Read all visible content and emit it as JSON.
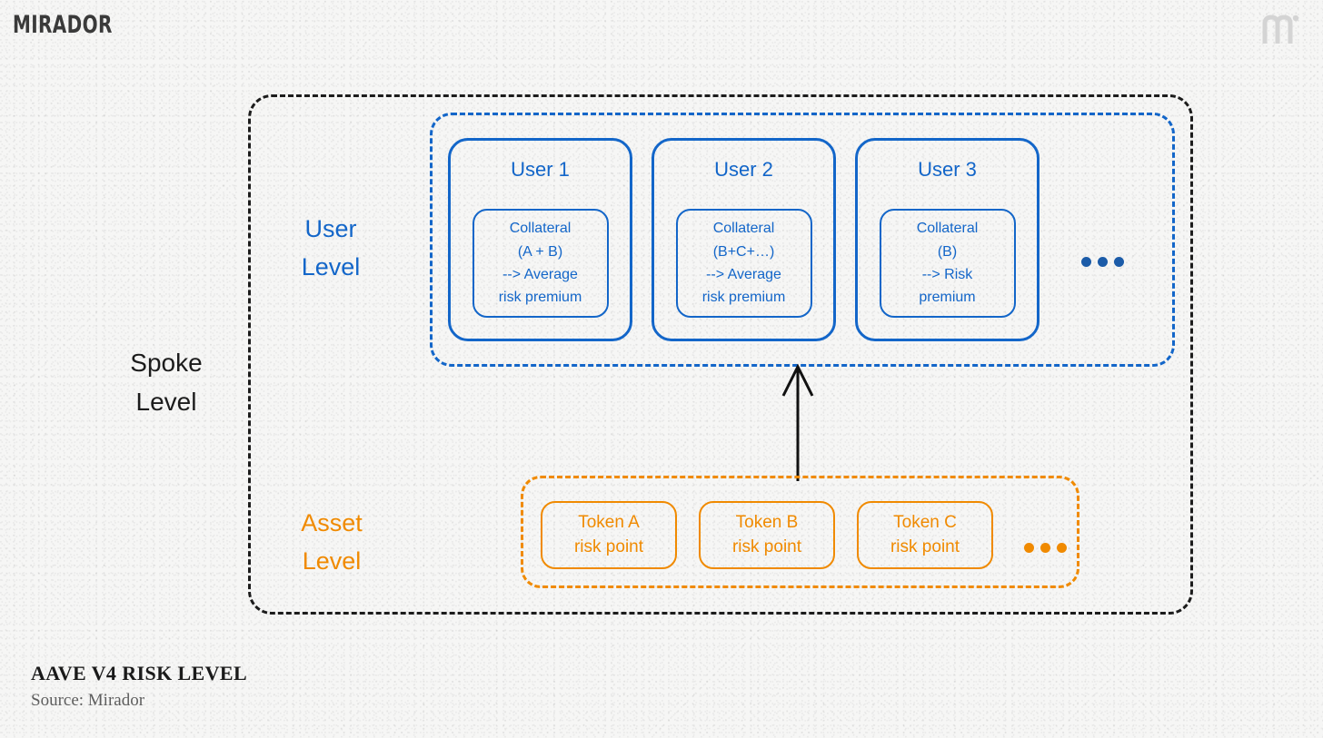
{
  "brand": {
    "logo_text": "MIRADOR",
    "watermark_icon": "mirador-m-mark"
  },
  "diagram": {
    "spoke": {
      "label_lines": [
        "Spoke",
        "Level"
      ]
    },
    "user_level": {
      "label_lines": [
        "User",
        "Level"
      ],
      "ellipsis": "three-dots",
      "cards": [
        {
          "title": "User 1",
          "collateral_lines": [
            "Collateral",
            "(A + B)",
            "--> Average",
            "risk premium"
          ]
        },
        {
          "title": "User 2",
          "collateral_lines": [
            "Collateral",
            "(B+C+…)",
            "--> Average",
            "risk premium"
          ]
        },
        {
          "title": "User 3",
          "collateral_lines": [
            "Collateral",
            "(B)",
            "--> Risk",
            "premium"
          ]
        }
      ]
    },
    "asset_level": {
      "label_lines": [
        "Asset",
        "Level"
      ],
      "ellipsis": "three-dots",
      "tokens": [
        {
          "lines": [
            "Token A",
            "risk point"
          ]
        },
        {
          "lines": [
            "Token B",
            "risk point"
          ]
        },
        {
          "lines": [
            "Token C",
            "risk point"
          ]
        }
      ]
    },
    "connector": {
      "icon": "up-arrow",
      "from": "asset-level",
      "to": "user-level"
    }
  },
  "caption": {
    "title": "AAVE V4 RISK LEVEL",
    "source": "Source: Mirador"
  },
  "colors": {
    "blue": "#1366c9",
    "orange": "#f08a00",
    "black": "#1c1c1c",
    "background": "#f6f6f5"
  }
}
